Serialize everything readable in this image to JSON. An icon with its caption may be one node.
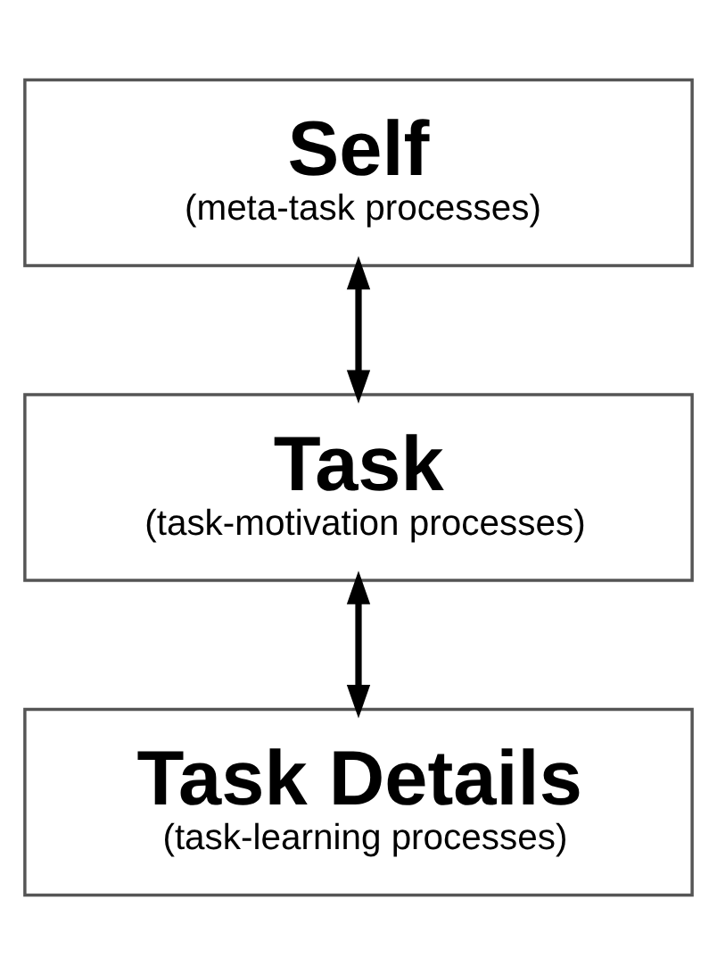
{
  "diagram": {
    "nodes": [
      {
        "text": [
          "Self",
          "(meta-task processes)"
        ]
      },
      {
        "text": [
          "Task",
          "(task-motivation processes)"
        ]
      },
      {
        "text": [
          "Task Details",
          "(task-learning processes)"
        ]
      }
    ],
    "edges": [
      {
        "from": 0,
        "to": 1,
        "arrow": "both"
      },
      {
        "from": 1,
        "to": 2,
        "arrow": "both"
      }
    ]
  }
}
